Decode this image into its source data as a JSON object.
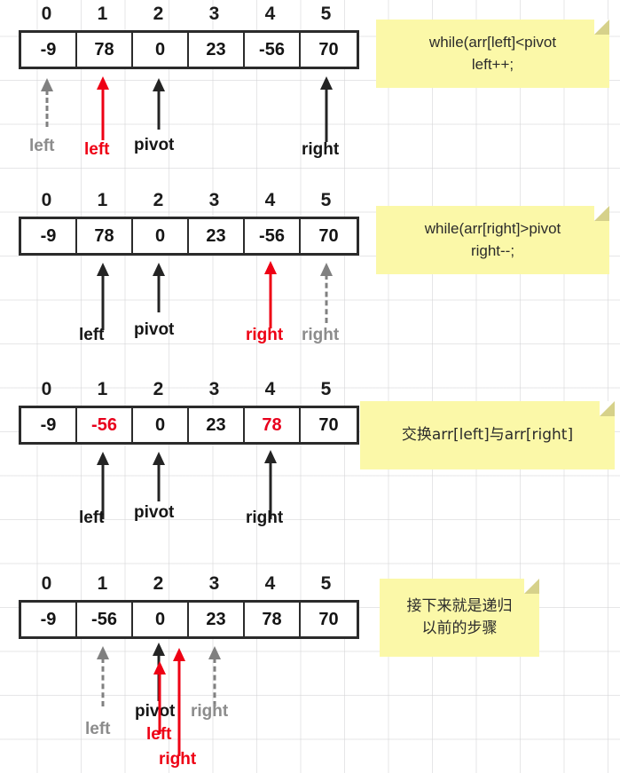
{
  "diagram": {
    "title": "Quicksort partition walkthrough",
    "indices": [
      "0",
      "1",
      "2",
      "3",
      "4",
      "5"
    ],
    "colors": {
      "red": "#ee0014",
      "black": "#242424",
      "gray": "#808080",
      "note_bg": "#fbf8a8",
      "note_fold": "#d6d18a",
      "grid": "#d2d2d4"
    }
  },
  "steps": [
    {
      "id": "step-1",
      "values": [
        "-9",
        "78",
        "0",
        "23",
        "-56",
        "70"
      ],
      "highlight": [],
      "note": "while(arr[left]<pivot\nleft++;",
      "note_lines": [
        "while(arr[left]<pivot",
        "left++;"
      ],
      "pointers": [
        {
          "name": "left",
          "label": "left",
          "index": 0,
          "style": "gray-dashed"
        },
        {
          "name": "left",
          "label": "left",
          "index": 1,
          "style": "red"
        },
        {
          "name": "pivot",
          "label": "pivot",
          "index": 2,
          "style": "black"
        },
        {
          "name": "right",
          "label": "right",
          "index": 5,
          "style": "black"
        }
      ]
    },
    {
      "id": "step-2",
      "values": [
        "-9",
        "78",
        "0",
        "23",
        "-56",
        "70"
      ],
      "highlight": [],
      "note": "while(arr[right]>pivot\nright--;",
      "note_lines": [
        "while(arr[right]>pivot",
        "right--;"
      ],
      "pointers": [
        {
          "name": "left",
          "label": "left",
          "index": 1,
          "style": "black"
        },
        {
          "name": "pivot",
          "label": "pivot",
          "index": 2,
          "style": "black"
        },
        {
          "name": "right",
          "label": "right",
          "index": 4,
          "style": "red"
        },
        {
          "name": "right",
          "label": "right",
          "index": 5,
          "style": "gray-dashed"
        }
      ]
    },
    {
      "id": "step-3",
      "values": [
        "-9",
        "-56",
        "0",
        "23",
        "78",
        "70"
      ],
      "highlight": [
        1,
        4
      ],
      "note": "交换arr[left]与arr[right]",
      "note_lines": [
        "交换arr[left]与arr[right]"
      ],
      "pointers": [
        {
          "name": "left",
          "label": "left",
          "index": 1,
          "style": "black"
        },
        {
          "name": "pivot",
          "label": "pivot",
          "index": 2,
          "style": "black"
        },
        {
          "name": "right",
          "label": "right",
          "index": 4,
          "style": "black"
        }
      ]
    },
    {
      "id": "step-4",
      "values": [
        "-9",
        "-56",
        "0",
        "23",
        "78",
        "70"
      ],
      "highlight": [],
      "note": "接下来就是递归以前的步骤",
      "note_lines": [
        "接下来就是递归",
        "以前的步骤"
      ],
      "pointers": [
        {
          "name": "left",
          "label": "left",
          "index": 1,
          "style": "gray-dashed"
        },
        {
          "name": "pivot",
          "label": "pivot",
          "index": 2,
          "style": "black"
        },
        {
          "name": "left",
          "label": "left",
          "index": 2,
          "style": "red"
        },
        {
          "name": "right",
          "label": "right",
          "index": 2,
          "style": "red"
        },
        {
          "name": "right",
          "label": "right",
          "index": 3,
          "style": "gray-dashed"
        }
      ]
    }
  ]
}
